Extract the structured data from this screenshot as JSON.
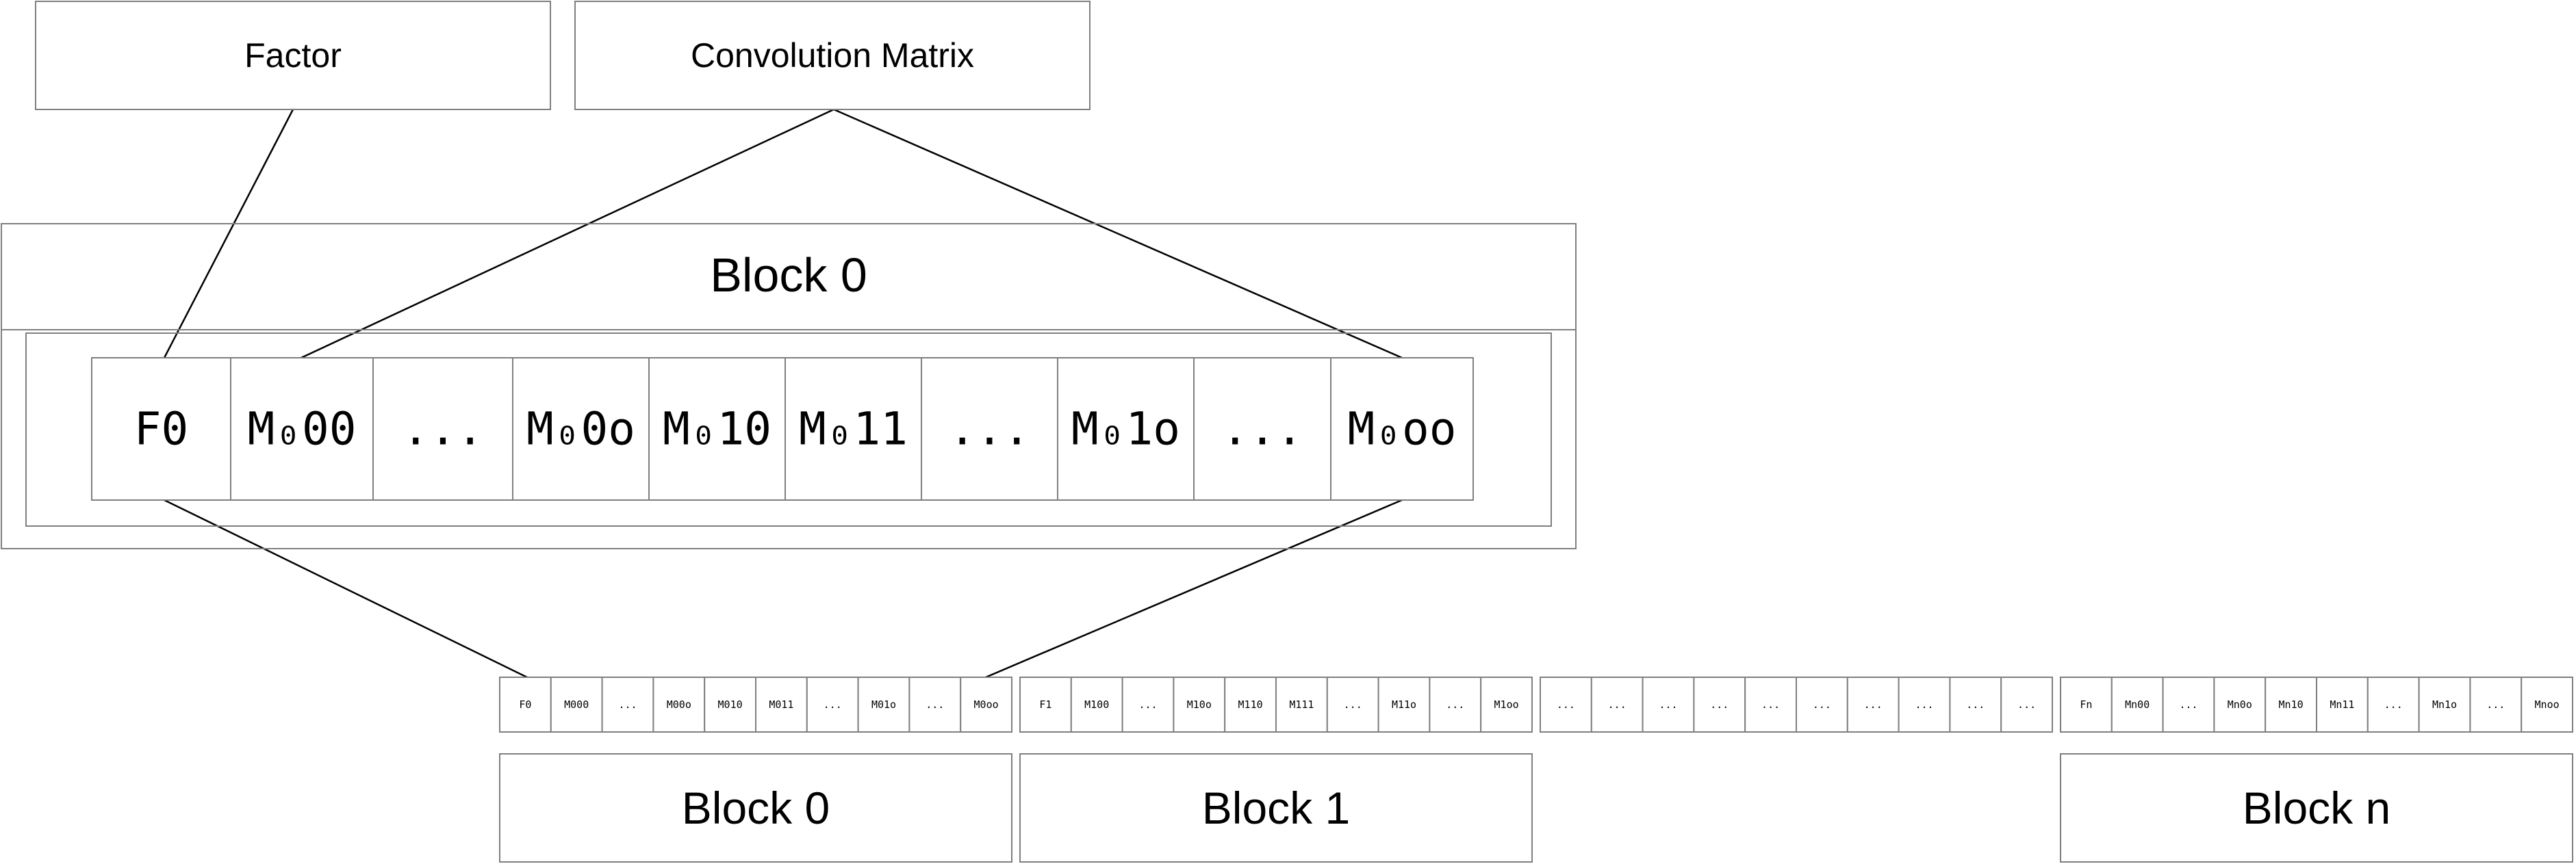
{
  "header_boxes": {
    "factor": "Factor",
    "matrix": "Convolution Matrix"
  },
  "block_detail": {
    "title": "Block 0",
    "cells": [
      "F0",
      "M₀00",
      "...",
      "M₀0o",
      "M₀10",
      "M₀11",
      "...",
      "M₀1o",
      "...",
      "M₀oo"
    ]
  },
  "memory_strip": {
    "groups": [
      {
        "label": "Block 0",
        "cells": [
          "F0",
          "M000",
          "...",
          "M00o",
          "M010",
          "M011",
          "...",
          "M01o",
          "...",
          "M0oo"
        ]
      },
      {
        "label": "Block 1",
        "cells": [
          "F1",
          "M100",
          "...",
          "M10o",
          "M110",
          "M111",
          "...",
          "M11o",
          "...",
          "M1oo"
        ]
      },
      {
        "label": "",
        "cells": [
          "...",
          "...",
          "...",
          "...",
          "...",
          "...",
          "...",
          "...",
          "...",
          "..."
        ]
      },
      {
        "label": "Block n",
        "cells": [
          "Fn",
          "Mn00",
          "...",
          "Mn0o",
          "Mn10",
          "Mn11",
          "...",
          "Mn1o",
          "...",
          "Mnoo"
        ]
      }
    ]
  },
  "colors": {
    "stroke": "#7f7f7f",
    "line": "#000000",
    "text": "#000000"
  }
}
